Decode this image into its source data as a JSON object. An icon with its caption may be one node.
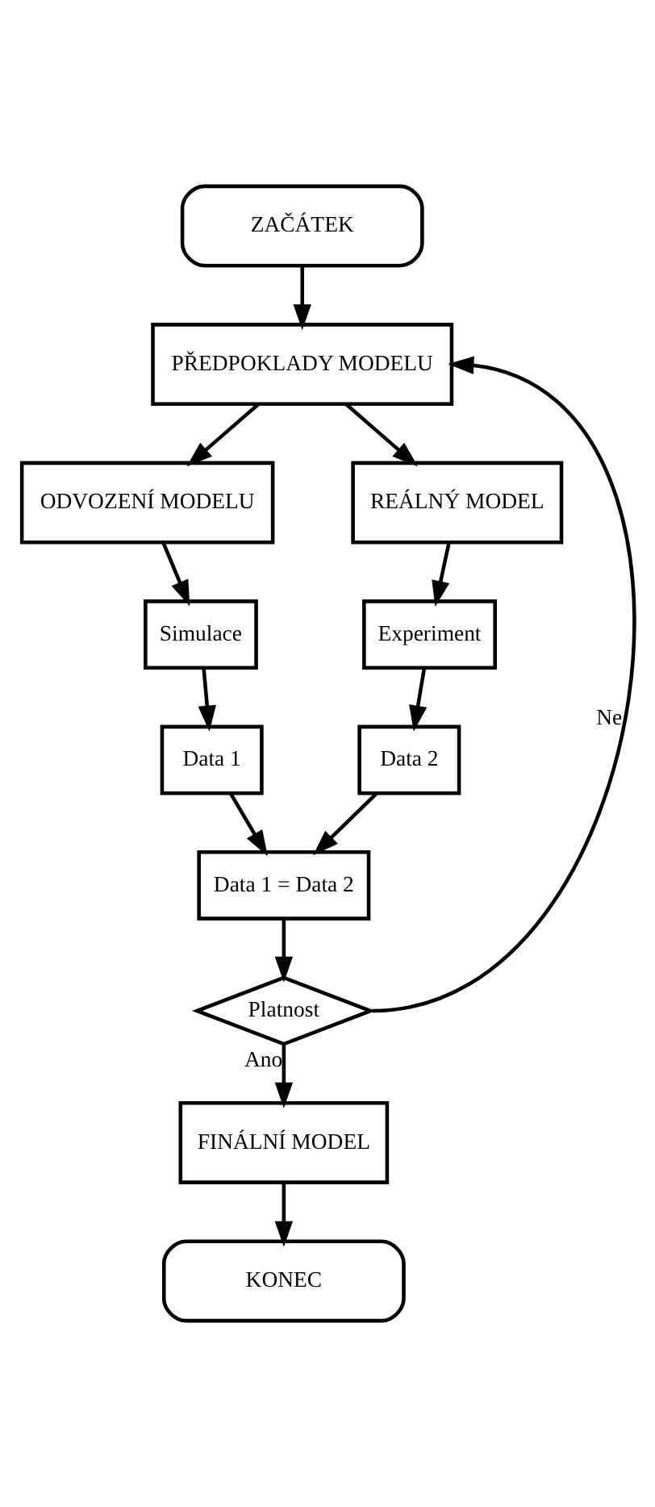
{
  "diagram": {
    "nodes": [
      {
        "text": [
          "ZAČÁTEK"
        ]
      },
      {
        "text": [
          "PŘEDPOKLADY MODELU"
        ]
      },
      {
        "text": [
          "ODVOZENÍ MODELU"
        ]
      },
      {
        "text": [
          "REÁLNÝ MODEL"
        ]
      },
      {
        "text": [
          "Simulace"
        ]
      },
      {
        "text": [
          "Experiment"
        ]
      },
      {
        "text": [
          "Data 1"
        ]
      },
      {
        "text": [
          "Data 2"
        ]
      },
      {
        "text": [
          "Data 1 = Data 2"
        ]
      },
      {
        "text": [
          "Platnost"
        ]
      },
      {
        "text": [
          "FINÁLNÍ MODEL"
        ]
      },
      {
        "text": [
          "KONEC"
        ]
      }
    ],
    "edges": [
      {
        "from": 0,
        "to": 1,
        "arrow": "to"
      },
      {
        "from": 1,
        "to": 2,
        "arrow": "to"
      },
      {
        "from": 1,
        "to": 3,
        "arrow": "to"
      },
      {
        "from": 2,
        "to": 4,
        "arrow": "to"
      },
      {
        "from": 3,
        "to": 5,
        "arrow": "to"
      },
      {
        "from": 4,
        "to": 6,
        "arrow": "to"
      },
      {
        "from": 5,
        "to": 7,
        "arrow": "to"
      },
      {
        "from": 6,
        "to": 8,
        "arrow": "to"
      },
      {
        "from": 7,
        "to": 8,
        "arrow": "to"
      },
      {
        "from": 8,
        "to": 9,
        "arrow": "to"
      },
      {
        "from": 9,
        "to": 10,
        "arrow": "to",
        "label": "Ano"
      },
      {
        "from": 9,
        "to": 1,
        "arrow": "to",
        "label": "Ne"
      },
      {
        "from": 10,
        "to": 11,
        "arrow": "to"
      }
    ]
  }
}
